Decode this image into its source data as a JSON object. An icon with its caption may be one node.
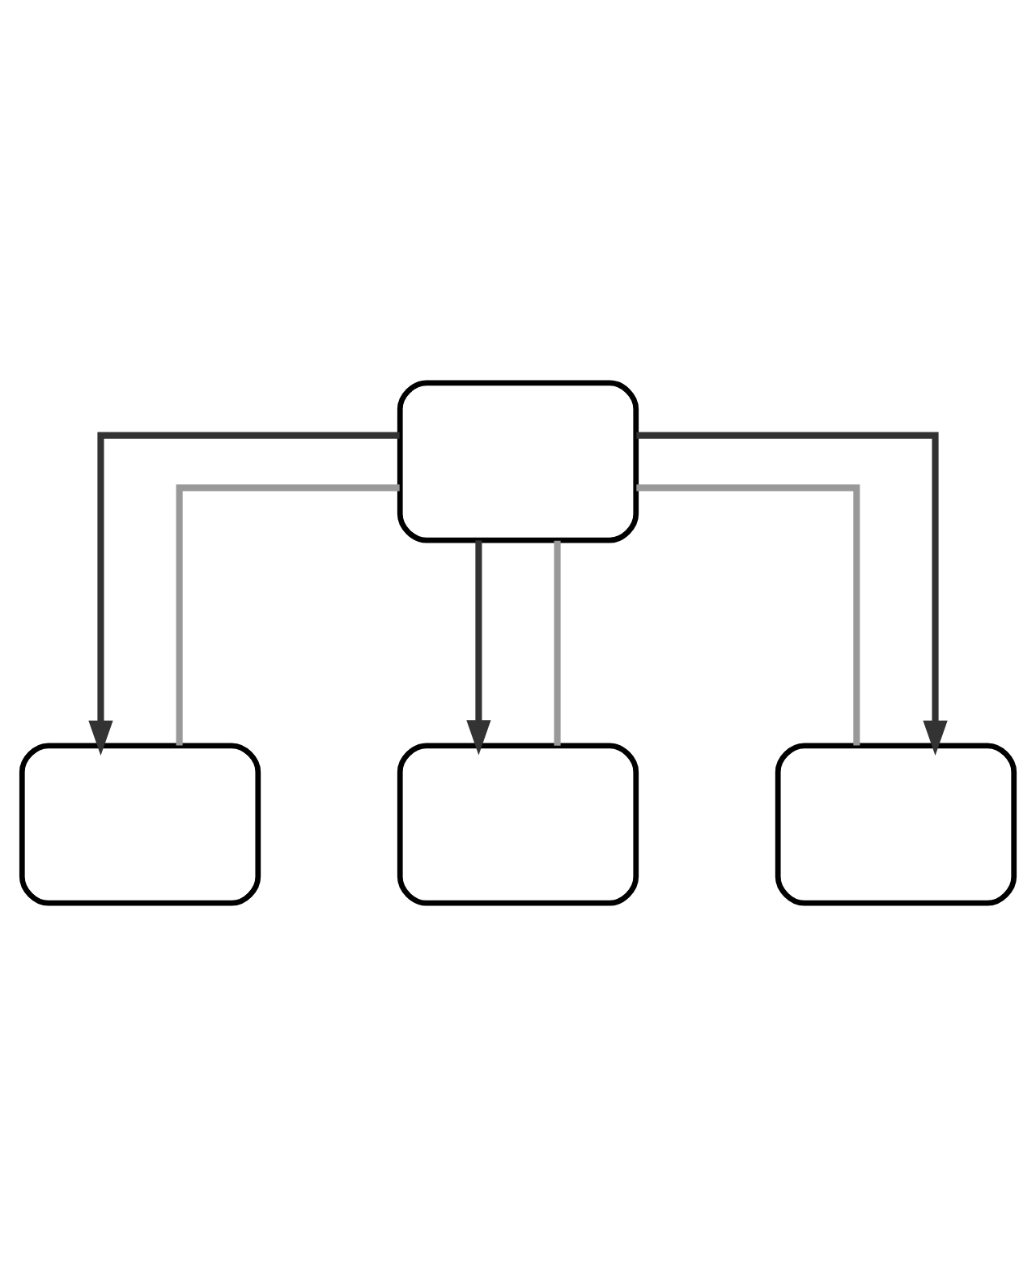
{
  "diagram": {
    "nodes": [
      {
        "text": [],
        "shape": "box"
      },
      {
        "text": [],
        "shape": "box"
      },
      {
        "text": [],
        "shape": "box"
      },
      {
        "text": [],
        "shape": "box"
      }
    ],
    "edges": [
      {
        "from": 0,
        "to": 1,
        "arrow": "to"
      },
      {
        "from": 0,
        "to": 2,
        "arrow": "to"
      },
      {
        "from": 0,
        "to": 3,
        "arrow": "to"
      },
      {
        "from": 1,
        "to": 0,
        "arrow": "none",
        "color": "#999999"
      },
      {
        "from": 2,
        "to": 0,
        "arrow": "none",
        "color": "#999999"
      },
      {
        "from": 3,
        "to": 0,
        "arrow": "none",
        "color": "#999999"
      }
    ]
  }
}
